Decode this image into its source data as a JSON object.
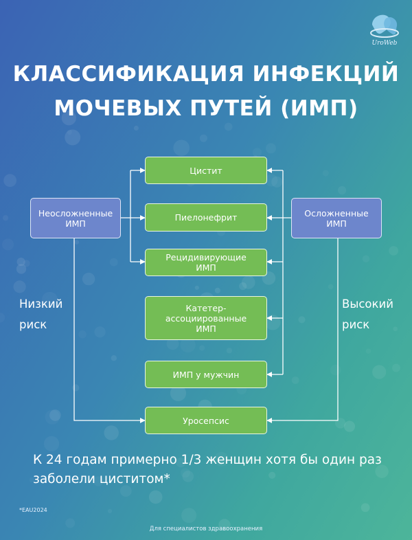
{
  "title": {
    "line1": "КЛАССИФИКАЦИЯ ИНФЕКЦИЙ",
    "line2": "МОЧЕВЫХ ПУТЕЙ (ИМП)"
  },
  "logo": {
    "text": "UroWeb"
  },
  "diagram": {
    "left_box": "Неосложненные ИМП",
    "right_box": "Осложненные ИМП",
    "center_boxes": {
      "cystitis": "Цистит",
      "pyelonephritis": "Пиелонефрит",
      "recurrent": "Рецидивирующие ИМП",
      "catheter": "Катетер-ассоциированные ИМП",
      "men": "ИМП у мужчин",
      "urosepsis": "Уросепсис"
    },
    "low_risk": {
      "line1": "Низкий",
      "line2": "риск"
    },
    "high_risk": {
      "line1": "Высокий",
      "line2": "риск"
    }
  },
  "bottom_note": "К 24 годам примерно 1/3 женщин хотя бы один раз заболели циститом*",
  "footnote": "*EAU2024",
  "footer": "Для специалистов здравоохранения",
  "colors": {
    "green_box": "#74bd55",
    "blue_box": "#6d86cc",
    "line": "#ffffff"
  }
}
